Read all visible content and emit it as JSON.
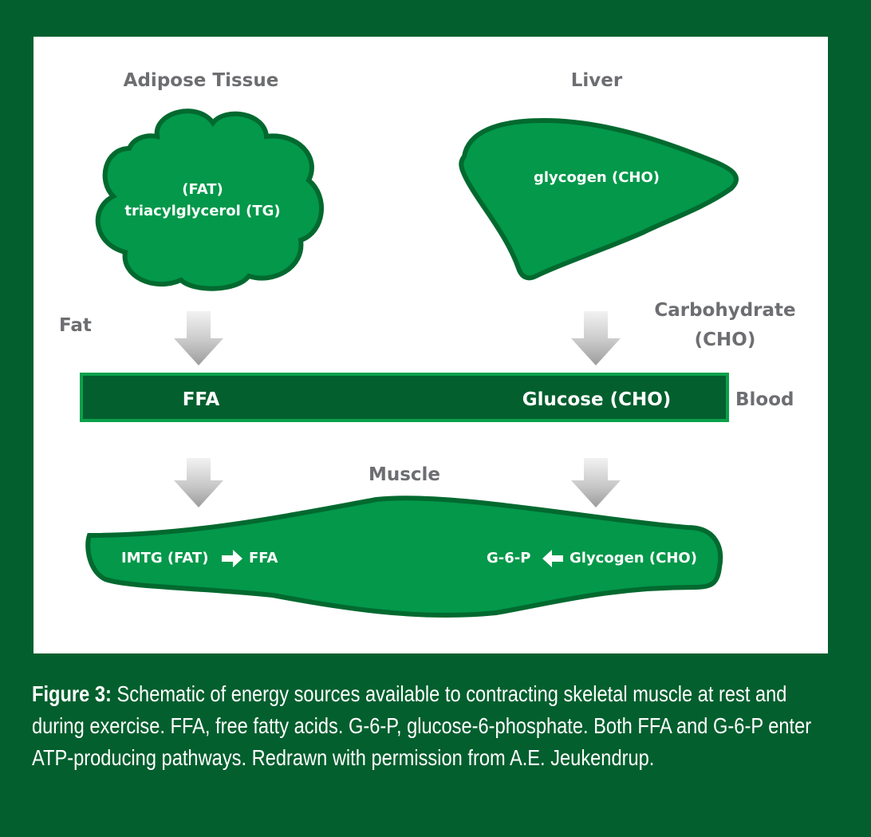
{
  "diagram": {
    "adipose_title": "Adipose Tissue",
    "adipose_line1": "(FAT)",
    "adipose_line2": "triacylglycerol (TG)",
    "liver_title": "Liver",
    "liver_text": "glycogen (CHO)",
    "fat_label": "Fat",
    "carb_line1": "Carbohydrate",
    "carb_line2": "(CHO)",
    "blood_ffa": "FFA",
    "blood_glucose": "Glucose (CHO)",
    "blood_label": "Blood",
    "muscle_title": "Muscle",
    "muscle_left_a": "IMTG (FAT)",
    "muscle_left_b": "FFA",
    "muscle_right_a": "G-6-P",
    "muscle_right_b": "Glycogen (CHO)"
  },
  "caption": {
    "label": "Figure 3:",
    "text": " Schematic of energy sources available to contracting skeletal muscle at rest and during exercise. FFA, free fatty acids. G-6-P, glucose-6-phosphate. Both FFA and G-6-P enter ATP-producing pathways. Redrawn with permission from A.E. Jeukendrup."
  },
  "colors": {
    "frame": "#035f2e",
    "organ_fill": "#03984a",
    "organ_stroke": "#02692f",
    "blood_fill": "#035f2e",
    "blood_stroke": "#0aa04b",
    "label_gray": "#6d6e71"
  }
}
